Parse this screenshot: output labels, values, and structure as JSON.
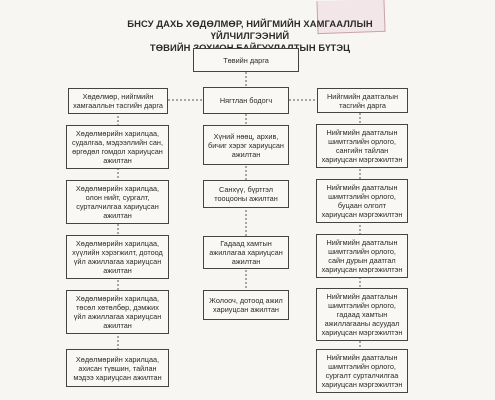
{
  "stamp": {
    "text": ""
  },
  "title": {
    "line1": "БНСУ ДАХЬ ХӨДӨЛМӨР, НИЙГМИЙН ХАМГААЛЛЫН ҮЙЛЧИЛГЭЭНИЙ",
    "line2": "ТӨВИЙН ЗОХИОН БАЙГУУЛАЛТЫН БҮТЭЦ"
  },
  "chart": {
    "root": "Төвийн дарга",
    "left": [
      "Хөдөлмөр, нийгмийн хамгааллын тасгийн дарга",
      "Хөдөлмөрийн харилцаа, судалгаа, мэдээллийн сан, өргөдөл гомдол хариуцсан ажилтан",
      "Хөдөлмөрийн харилцаа, олон нийт, сургалт, сурталчилгаа хариуцсан ажилтан",
      "Хөдөлмөрийн харилцаа, хүүлийн хэрэгжилт, дотоод үйл ажиллагаа хариуцсан ажилтан",
      "Хөдөлмөрийн харилцаа, төсөл хөтөлбөр, дэмжих үйл ажиллагаа хариуцсан ажилтан",
      "Хөдөлмөрийн харилцаа, ахисан түвшин, тайлан мэдээ хариуцсан ажилтан"
    ],
    "middle": [
      "Нягтлан бодогч",
      "Хүний нөөц, архив, бичиг хэрэг хариуцсан ажилтан",
      "Санхүү, бүртгэл тооцооны ажилтан",
      "Гадаад хамтын ажиллагаа хариуцсан ажилтан",
      "Жолооч, дотоод ажил хариуцсан ажилтан"
    ],
    "right": [
      "Нийгмийн даатгалын тасгийн дарга",
      "Нийгмийн даатгалын шимтгэлийн орлого, сангийн тайлан хариуцсан мэргэжилтэн",
      "Нийгмийн даатгалын шимтгэлийн орлого, буцаан олголт хариуцсан мэргэжилтэн",
      "Нийгмийн даатгалын шимтгэлийн орлого, сайн дурын даатгал хариуцсан мэргэжилтэн",
      "Нийгмийн даатгалын шимтгэлийн орлого, гадаад хамтын ажиллагааны асуудал хариуцсан мэргэжилтэн",
      "Нийгмийн даатгалын шимтгэлийн орлого, сургалт сурталчилгаа хариуцсан мэргэжилтэн"
    ]
  }
}
